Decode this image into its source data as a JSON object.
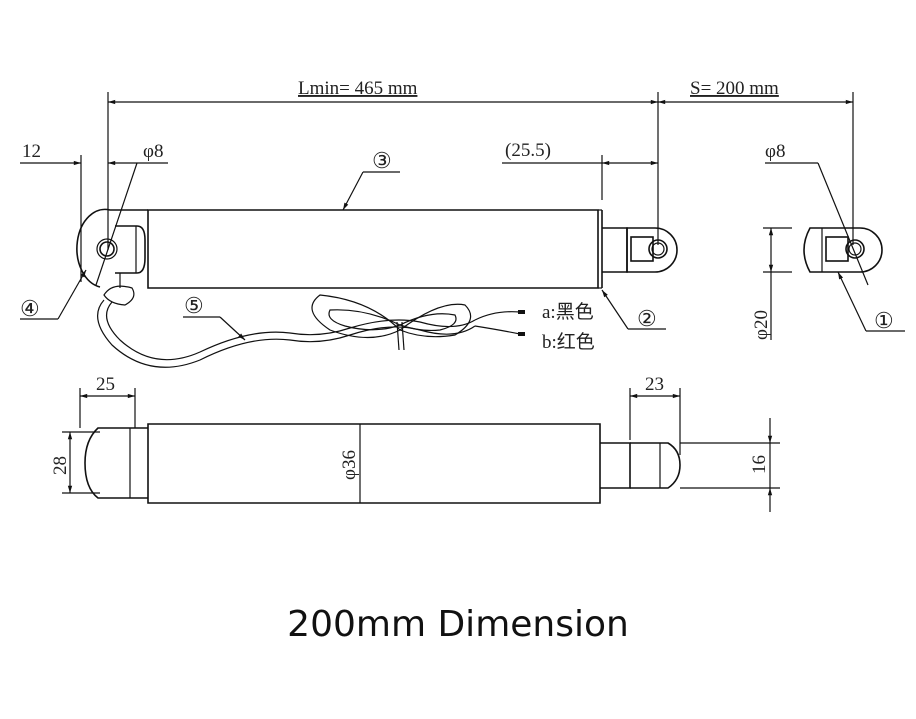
{
  "dimensions": {
    "lmin": "Lmin= 465  mm",
    "stroke": "S= 200  mm",
    "left_offset": "12",
    "left_hole": "φ8",
    "right_offset": "(25.5)",
    "rod_hole": "φ8",
    "rod_diameter": "φ20",
    "cap_length": "25",
    "cap_height": "28",
    "body_diameter": "φ36",
    "rod_length": "23",
    "rod_height": "16"
  },
  "part_labels": [
    "①",
    "②",
    "③",
    "④",
    "⑤"
  ],
  "wires": {
    "a": "a:黑色",
    "b": "b:红色"
  },
  "title": "200mm Dimension"
}
